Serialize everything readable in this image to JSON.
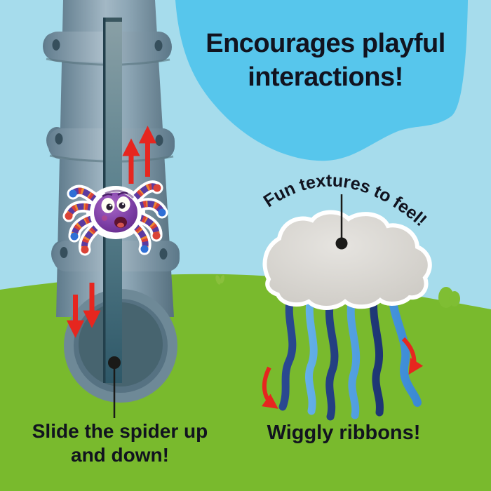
{
  "headline": {
    "text": "Encourages playful interactions!"
  },
  "callouts": {
    "slide": "Slide the spider up and down!",
    "textures": "Fun textures to feel!",
    "wiggly": "Wiggly ribbons!"
  },
  "icons": {
    "up_arrows": "red-up-arrow-icon",
    "down_arrows": "red-down-arrow-icon",
    "curved_arrows": "red-curved-arrow-icon",
    "pointer_dots": "black-dot-pointer",
    "spider": "plush-spider-toy",
    "cloud": "plush-cloud-with-ribbons",
    "pipe": "crib-pole-with-slide-track"
  },
  "colors": {
    "sky": "#a6dcec",
    "skyBlob": "#57c6ec",
    "grass": "#79ba2d",
    "grassLight": "#8ac43c",
    "ink": "#11131f",
    "arrowRed": "#e6261f",
    "pipeLight": "#9fb5c2",
    "pipeDark": "#5e7a8b",
    "collar": "#7d97a7",
    "trackTop": "#8aa0a6",
    "trackBottom": "#2e5868",
    "trackEdge": "#23404c",
    "pipeEndRim": "#6e8997",
    "pipeEndInner": "#47646f",
    "cloudGrey": "#d8d5d0",
    "cloudBorder": "#ffffff",
    "ribbonNavy": "#1f3a7a",
    "ribbonBlue": "#4aa3e2",
    "spiderPurple": "#7b3da4",
    "plushWhite": "#ffffff"
  }
}
